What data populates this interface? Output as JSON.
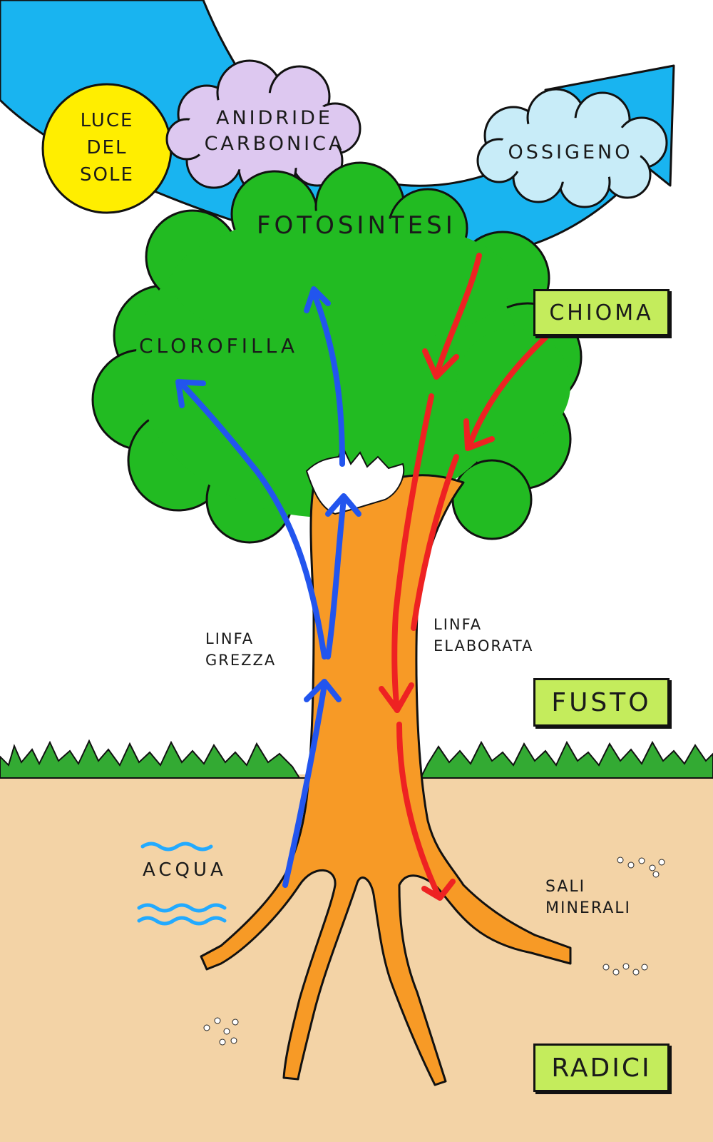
{
  "labels": {
    "sun": "Luce del Sole",
    "co2": "Anidride carbonica",
    "oxygen": "Ossigeno",
    "photosynthesis": "Fotosintesi",
    "chlorophyll": "Clorofilla",
    "raw_sap": "Linfa grezza",
    "processed_sap": "Linfa elaborata",
    "water": "Acqua",
    "minerals": "Sali minerali"
  },
  "boxes": {
    "crown": "Chioma",
    "trunk": "Fusto",
    "roots": "Radici"
  },
  "colors": {
    "sky_band": "#19b4f0",
    "sun": "#ffee00",
    "co2_cloud": "#ddc8f0",
    "oxygen_cloud": "#c8ecf8",
    "foliage": "#22bb22",
    "trunk": "#f79a26",
    "ground": "#f3d3a6",
    "grass": "#33aa33",
    "raw_sap_arrow": "#2255ee",
    "processed_sap_arrow": "#ee2222",
    "water_waves": "#22aaff",
    "label_box": "#c4ec5c"
  }
}
